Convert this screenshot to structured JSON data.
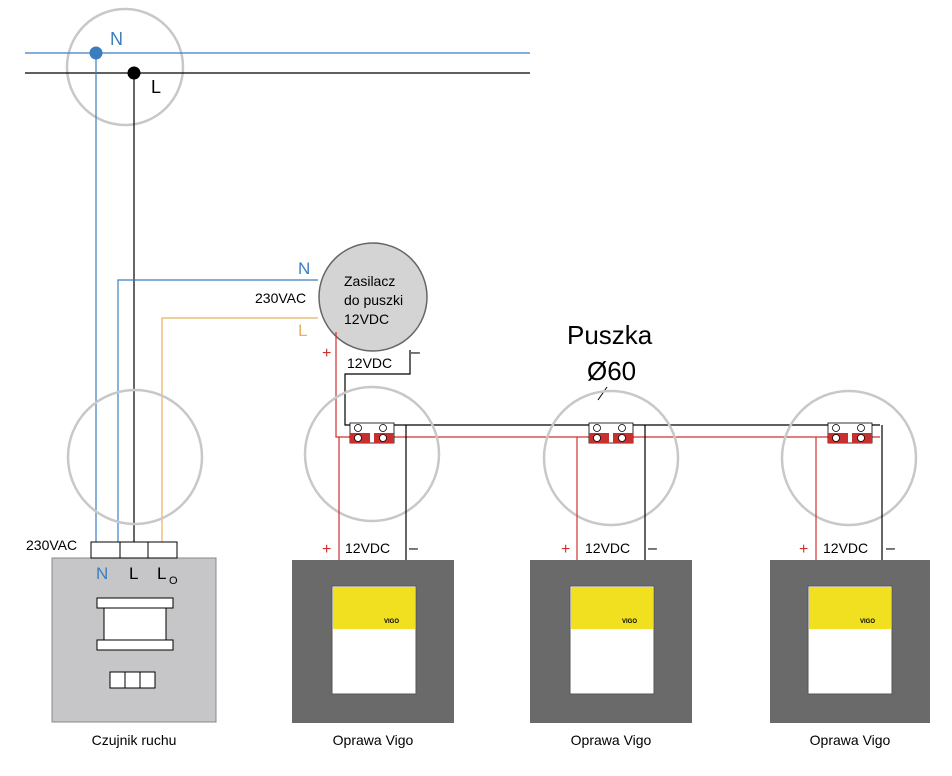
{
  "colors": {
    "neutral": "#3a7ec0",
    "live": "#000000",
    "switched": "#e8b060",
    "positive": "#d03030",
    "circle": "#c8c8c8",
    "sensor_body": "#c6c6c8",
    "fixture_body": "#6a6a6a",
    "lens_yellow": "#f0e020"
  },
  "mains": {
    "n_label": "N",
    "l_label": "L"
  },
  "power_supply": {
    "line1": "Zasilacz",
    "line2": "do puszki",
    "line3": "12VDC",
    "input_label": "230VAC",
    "n_label": "N",
    "l_label": "L",
    "plus": "+",
    "minus": "–",
    "output_label": "12VDC"
  },
  "junction_box": {
    "title": "Puszka",
    "diameter": "Ø60"
  },
  "sensor": {
    "voltage_label": "230VAC",
    "terminal_n": "N",
    "terminal_l": "L",
    "terminal_lo": "L",
    "terminal_lo_sub": "O",
    "caption": "Czujnik ruchu"
  },
  "fixtures": [
    {
      "plus": "+",
      "voltage": "12VDC",
      "minus": "–",
      "brand": "VIGO",
      "caption": "Oprawa Vigo"
    },
    {
      "plus": "+",
      "voltage": "12VDC",
      "minus": "–",
      "brand": "VIGO",
      "caption": "Oprawa Vigo"
    },
    {
      "plus": "+",
      "voltage": "12VDC",
      "minus": "–",
      "brand": "VIGO",
      "caption": "Oprawa Vigo"
    }
  ]
}
